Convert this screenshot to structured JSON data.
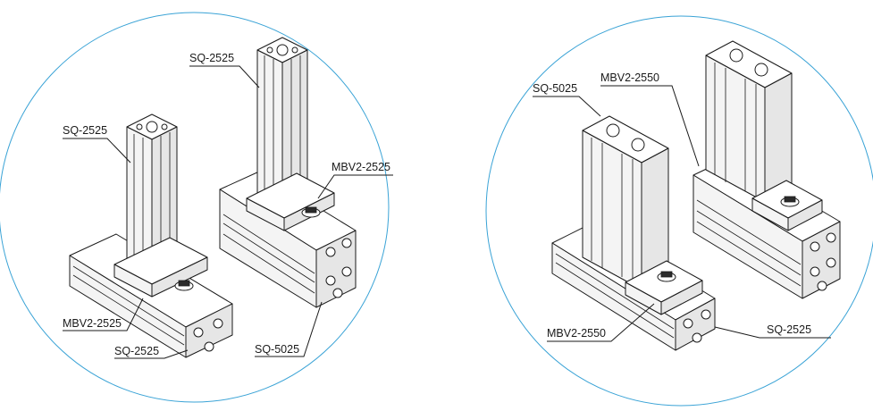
{
  "colors": {
    "circle_stroke": "#3aa3d6",
    "line_stroke": "#1a1a1a",
    "background": "#ffffff"
  },
  "left_assembly": {
    "labels": {
      "vertical_post_left": "SQ-2525",
      "vertical_post_right": "SQ-2525",
      "bracket_right": "MBV2-2525",
      "bracket_left": "MBV2-2525",
      "base_left": "SQ-2525",
      "base_right": "SQ-5025"
    }
  },
  "right_assembly": {
    "labels": {
      "vertical_post_left": "SQ-5025",
      "bracket_top": "MBV2-2550",
      "bracket_bottom": "MBV2-2550",
      "base_right": "SQ-2525"
    }
  }
}
